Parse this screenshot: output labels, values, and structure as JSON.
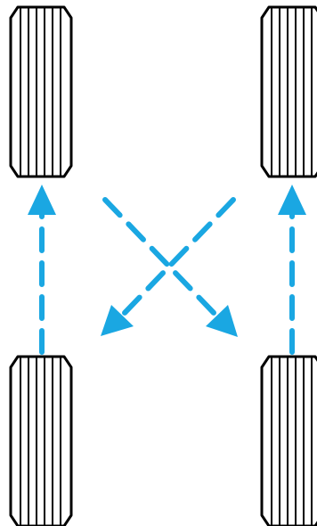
{
  "diagram": {
    "type": "tire-rotation-pattern",
    "colors": {
      "arrow": "#1aa7e2",
      "tire_outline": "#000000",
      "tire_fill": "#ffffff",
      "background": "#ffffff"
    },
    "tires": [
      {
        "position": "front-left",
        "name": "tire-front-left"
      },
      {
        "position": "front-right",
        "name": "tire-front-right"
      },
      {
        "position": "rear-left",
        "name": "tire-rear-left"
      },
      {
        "position": "rear-right",
        "name": "tire-rear-right"
      }
    ],
    "moves": [
      {
        "from": "rear-left",
        "to": "front-left",
        "style": "dashed-arrow"
      },
      {
        "from": "rear-right",
        "to": "front-right",
        "style": "dashed-arrow"
      },
      {
        "from": "front-right",
        "to": "rear-left",
        "style": "dashed-arrow"
      },
      {
        "from": "front-left",
        "to": "rear-right",
        "style": "dashed-arrow"
      }
    ]
  }
}
